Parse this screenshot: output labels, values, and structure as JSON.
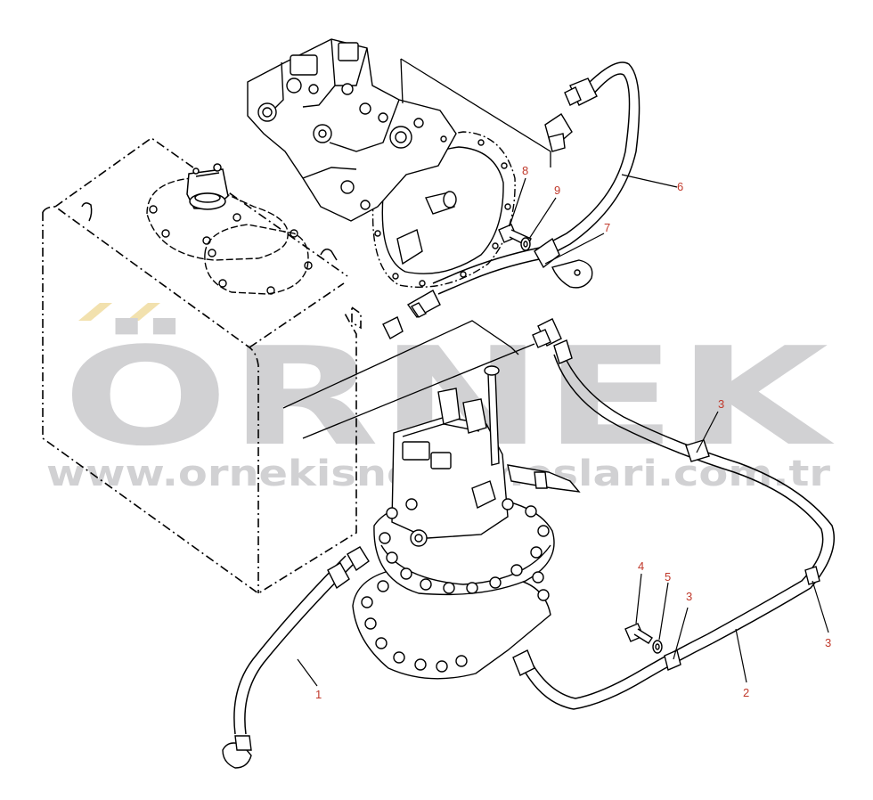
{
  "watermark": {
    "brand": "ÖRNEK",
    "url": "www.ornekisnealtmeslari.com.tr",
    "color": "#c9c9cc",
    "accent_color": "#f0dca0"
  },
  "callouts": {
    "c1": "1",
    "c2": "2",
    "c3a": "3",
    "c3b": "3",
    "c3c": "3",
    "c4": "4",
    "c5": "5",
    "c6": "6",
    "c7": "7",
    "c8": "8",
    "c9": "9"
  },
  "colors": {
    "line": "#000000",
    "callout_text": "#c0392b",
    "background": "#ffffff"
  }
}
